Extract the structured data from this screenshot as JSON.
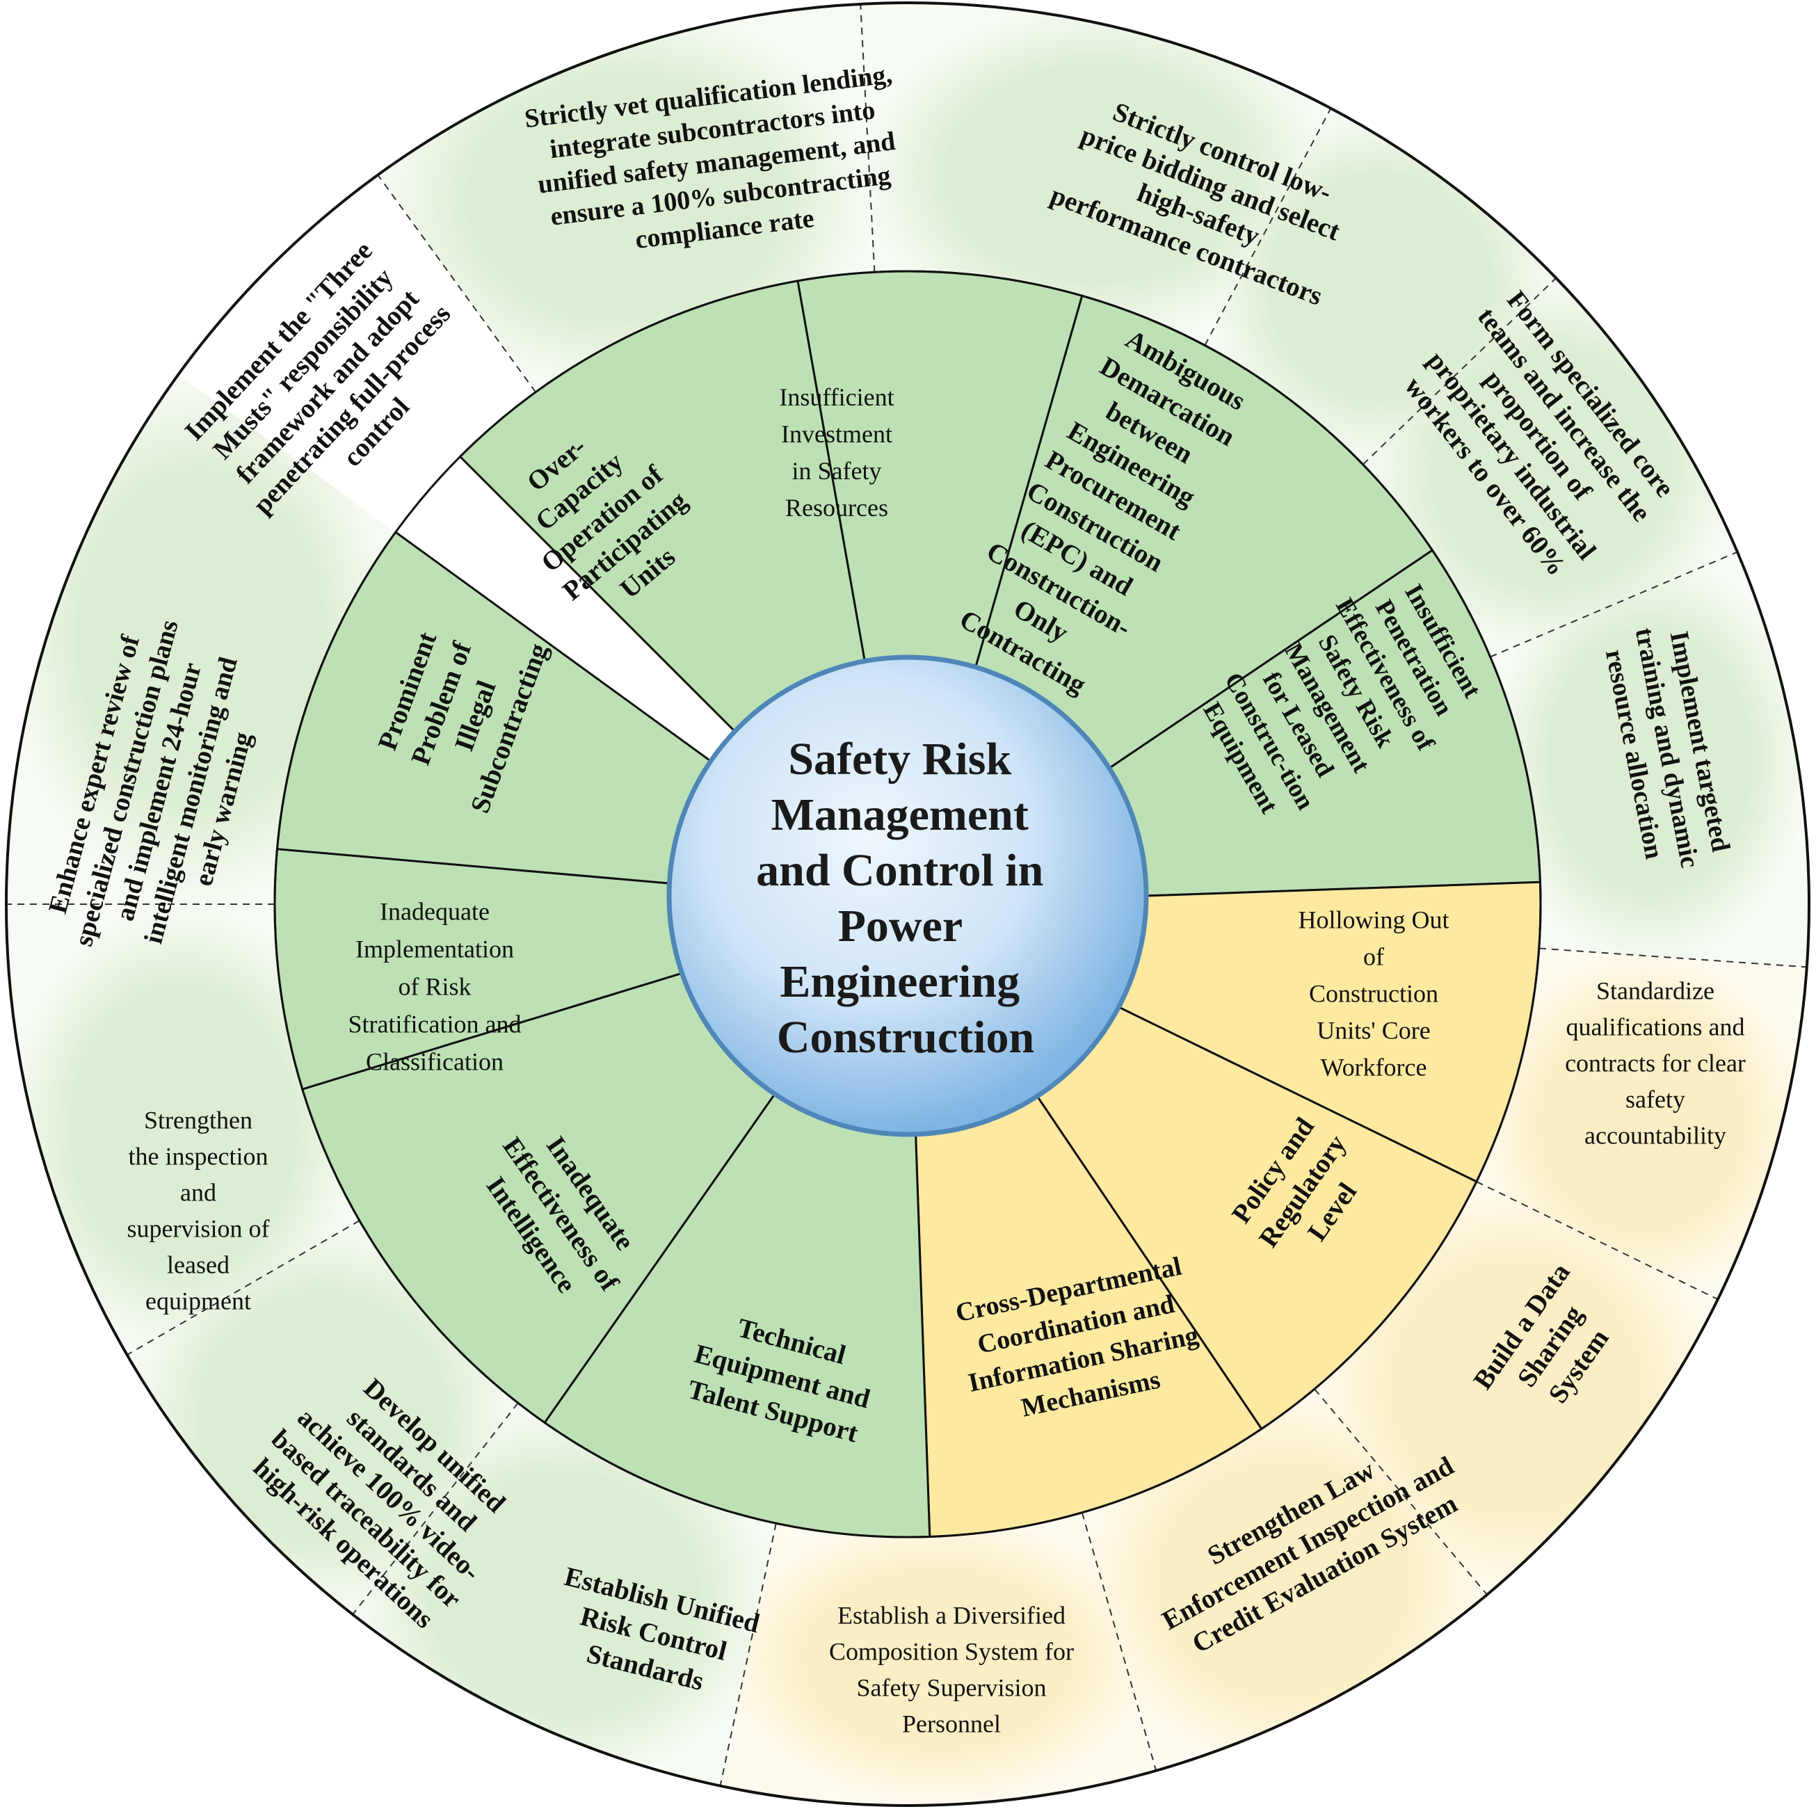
{
  "center": {
    "lines": [
      "Safety Risk",
      "Management",
      "and Control in",
      "Power",
      "Engineering",
      "Construction"
    ]
  },
  "colors": {
    "inner_green": "#bde1b4",
    "inner_yellow": "#fde9a0",
    "outer_green": "#eef6e9",
    "outer_yellow": "#fdf4d8",
    "center_fill": "#a8cfee",
    "center_stroke": "#4f86b8"
  },
  "inner_ring": [
    {
      "lines": [
        "Insufficient",
        "Investment",
        "in Safety",
        "Resources"
      ],
      "bold": false,
      "tone": "green"
    },
    {
      "lines": [
        "Ambiguous",
        "Demarcation",
        "between",
        "Engineering",
        "Procurement",
        "Construction",
        "(EPC) and",
        "Construction-",
        "Only",
        "Contracting"
      ],
      "bold": true,
      "tone": "green"
    },
    {
      "lines": [
        "Insufficient",
        "Penetration",
        "Effectiveness of",
        "Safety Risk",
        "Management",
        "for Leased",
        "Construc-tion",
        "Equipment"
      ],
      "bold": true,
      "tone": "green"
    },
    {
      "lines": [
        "Hollowing Out",
        "of",
        "Construction",
        "Units' Core",
        "Workforce"
      ],
      "bold": false,
      "tone": "green"
    },
    {
      "lines": [
        "Policy and",
        "Regulatory",
        "Level"
      ],
      "bold": true,
      "tone": "yellow"
    },
    {
      "lines": [
        "Cross-Departmental",
        "Coordination and",
        "Information Sharing",
        "Mechanisms"
      ],
      "bold": true,
      "tone": "yellow"
    },
    {
      "lines": [
        "Technical",
        "Equipment and",
        "Talent Support"
      ],
      "bold": true,
      "tone": "yellow"
    },
    {
      "lines": [
        "Inadequate",
        "Effectiveness of",
        "Intelligence"
      ],
      "bold": true,
      "tone": "green"
    },
    {
      "lines": [
        "Inadequate",
        "Implementation",
        "of Risk",
        "Stratification and",
        "Classification"
      ],
      "bold": false,
      "tone": "green"
    },
    {
      "lines": [
        "Prominent",
        "Problem of",
        "Illegal",
        "Subcontracting"
      ],
      "bold": true,
      "tone": "green"
    },
    {
      "lines": [
        "Over-",
        "Capacity",
        "Operation of",
        "Participating",
        "Units"
      ],
      "bold": true,
      "tone": "green"
    }
  ],
  "outer_ring": [
    {
      "lines": [
        "Strictly vet qualification lending,",
        "integrate subcontractors into",
        "unified safety management, and",
        "ensure a 100% subcontracting",
        "compliance rate"
      ],
      "bold": true,
      "tone": "green"
    },
    {
      "lines": [
        "Strictly control low-",
        "price bidding and select",
        "high-safety",
        "performance contractors"
      ],
      "bold": true,
      "tone": "green"
    },
    {
      "lines": [
        "Form specialized core",
        "teams and increase the",
        "proportion of",
        "proprietary industrial",
        "workers to over 60%"
      ],
      "bold": true,
      "tone": "green"
    },
    {
      "lines": [
        "Implement targeted",
        "training and dynamic",
        "resource allocation"
      ],
      "bold": true,
      "tone": "green"
    },
    {
      "lines": [
        "Standardize",
        "qualifications and",
        "contracts for clear",
        "safety",
        "accountability"
      ],
      "bold": false,
      "tone": "green"
    },
    {
      "lines": [
        "Build a Data",
        "Sharing",
        "System"
      ],
      "bold": true,
      "tone": "yellow"
    },
    {
      "lines": [
        "Strengthen Law",
        "Enforcement Inspection and",
        "Credit Evaluation System"
      ],
      "bold": true,
      "tone": "yellow"
    },
    {
      "lines": [
        "Establish a Diversified",
        "Composition System for",
        "Safety Supervision",
        "Personnel"
      ],
      "bold": false,
      "tone": "yellow"
    },
    {
      "lines": [
        "Establish Unified",
        "Risk Control",
        "Standards"
      ],
      "bold": true,
      "tone": "yellow"
    },
    {
      "lines": [
        "Develop unified",
        "standards and",
        "achieve 100% video-",
        "based traceability for",
        "high-risk operations"
      ],
      "bold": true,
      "tone": "green"
    },
    {
      "lines": [
        "Strengthen",
        "the inspection",
        "and",
        "supervision of",
        "leased",
        "equipment"
      ],
      "bold": false,
      "tone": "green"
    },
    {
      "lines": [
        "Enhance expert review of",
        "specialized construction plans",
        "and implement 24-hour",
        "intelligent monitoring and",
        "early warning"
      ],
      "bold": true,
      "tone": "green"
    },
    {
      "lines": [
        "Implement the \"Three",
        "Musts\" responsibility",
        "framework and adopt",
        "penetrating full-process",
        "control"
      ],
      "bold": true,
      "tone": "green"
    }
  ]
}
